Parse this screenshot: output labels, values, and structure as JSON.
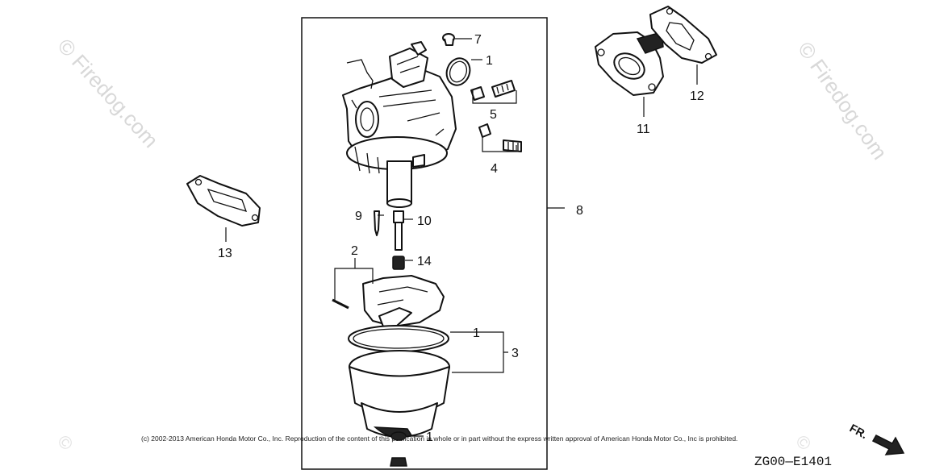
{
  "watermark": {
    "left": "© Firedog.com",
    "right": "© Firedog.com",
    "bottom_left": "©",
    "bottom_right": "©"
  },
  "callouts": {
    "c7": "7",
    "c1_top": "1",
    "c5": "5",
    "c4": "4",
    "c8": "8",
    "c9": "9",
    "c10": "10",
    "c14": "14",
    "c2": "2",
    "c1_mid": "1",
    "c3": "3",
    "c11": "11",
    "c12": "12",
    "c13": "13",
    "c1_bottom": "1"
  },
  "copyright": "(c) 2002-2013 American Honda Motor Co., Inc. Reproduction of the content of this publication in whole or in part without the express written approval of American Honda Motor Co., Inc is prohibited.",
  "diagram_code": "ZG00—E1401",
  "direction_label": "FR."
}
